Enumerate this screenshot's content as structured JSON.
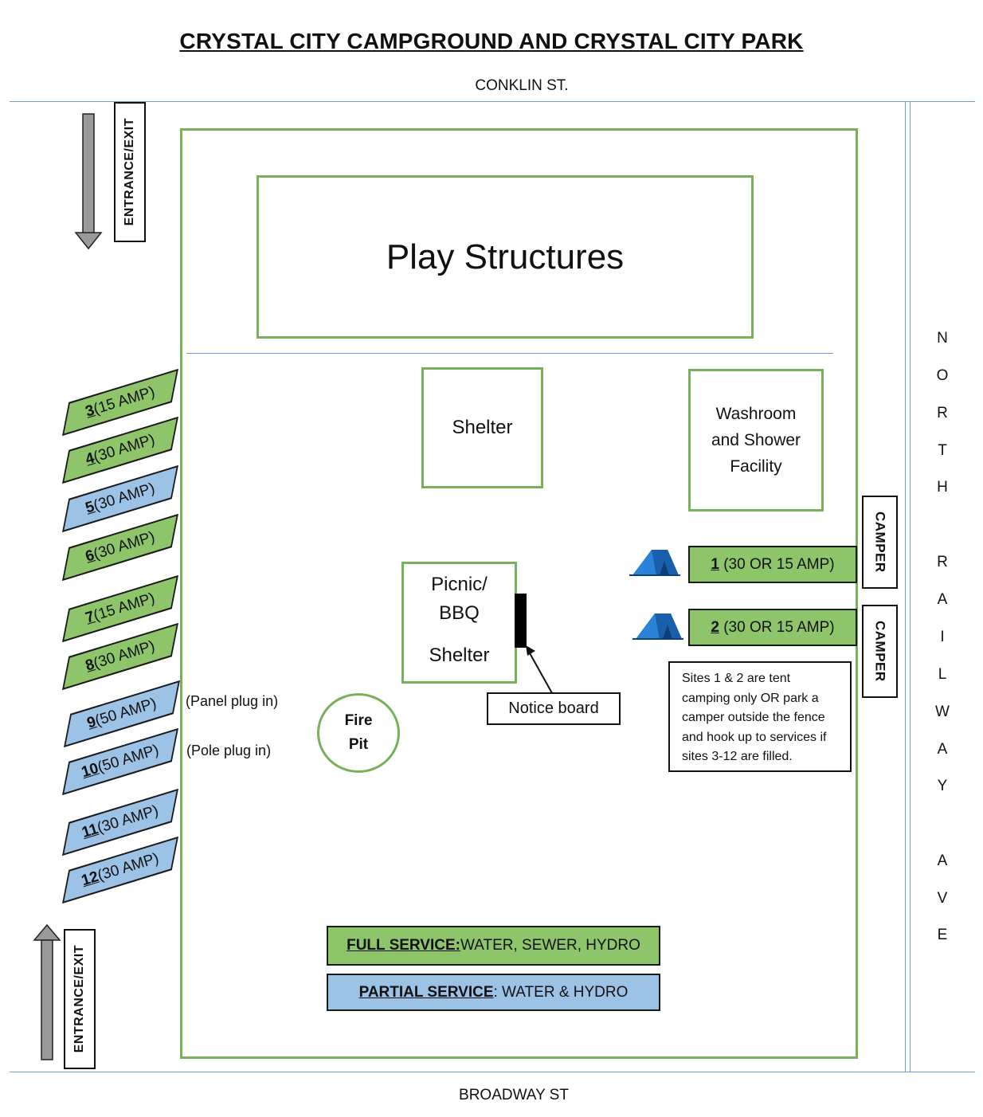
{
  "title": "CRYSTAL CITY CAMPGROUND AND CRYSTAL CITY PARK",
  "streets": {
    "top": "CONKLIN ST.",
    "bottom": "BROADWAY ST",
    "right_letters": [
      "N",
      "O",
      "R",
      "T",
      "H",
      "R",
      "A",
      "I",
      "L",
      "W",
      "A",
      "Y",
      "A",
      "V",
      "E"
    ]
  },
  "entrances": {
    "top_label": "ENTRANCE/EXIT",
    "bottom_label": "ENTRANCE/EXIT"
  },
  "facilities": {
    "play": "Play Structures",
    "shelter": "Shelter",
    "washroom": [
      "Washroom",
      "and Shower",
      "Facility"
    ],
    "picnic": [
      "Picnic/",
      "BBQ",
      "Shelter"
    ],
    "notice_board": "Notice board",
    "fire_pit": [
      "Fire",
      "Pit"
    ]
  },
  "plug_notes": {
    "panel": "(Panel plug in)",
    "pole": "(Pole plug in)"
  },
  "left_sites": [
    {
      "num": "3",
      "amp": "(15 AMP)",
      "service": "full"
    },
    {
      "num": "4",
      "amp": "(30 AMP)",
      "service": "full"
    },
    {
      "num": "5",
      "amp": "(30 AMP)",
      "service": "partial"
    },
    {
      "num": "6",
      "amp": "(30 AMP)",
      "service": "full"
    },
    {
      "num": "7",
      "amp": "(15 AMP)",
      "service": "full"
    },
    {
      "num": "8",
      "amp": "(30 AMP)",
      "service": "full"
    },
    {
      "num": "9",
      "amp": "(50 AMP)",
      "service": "partial"
    },
    {
      "num": "10",
      "amp": "(50 AMP)",
      "service": "partial"
    },
    {
      "num": "11",
      "amp": "(30 AMP)",
      "service": "partial"
    },
    {
      "num": "12",
      "amp": "(30 AMP)",
      "service": "partial"
    }
  ],
  "right_sites": [
    {
      "num": "1",
      "amp": "(30 OR 15 AMP)",
      "service": "full",
      "camper": "CAMPER"
    },
    {
      "num": "2",
      "amp": "(30 OR 15 AMP)",
      "service": "full",
      "camper": "CAMPER"
    }
  ],
  "tent_note": [
    "Sites 1 & 2 are tent",
    "camping only OR park a",
    "camper outside the fence",
    "and hook up to services if",
    "sites 3-12 are filled."
  ],
  "legend": {
    "full_label": "FULL SERVICE:",
    "full_text": " WATER, SEWER, HYDRO",
    "partial_label": "PARTIAL SERVICE",
    "partial_text": ": WATER & HYDRO"
  },
  "colors": {
    "full_service": "#8ec46a",
    "partial_service": "#9cc2e6",
    "park_border": "#79b05a",
    "road_line": "#6a9fd0",
    "tent": "#1e6fc4"
  },
  "icons": {
    "tent": "tent-icon",
    "arrow": "arrow-icon"
  }
}
